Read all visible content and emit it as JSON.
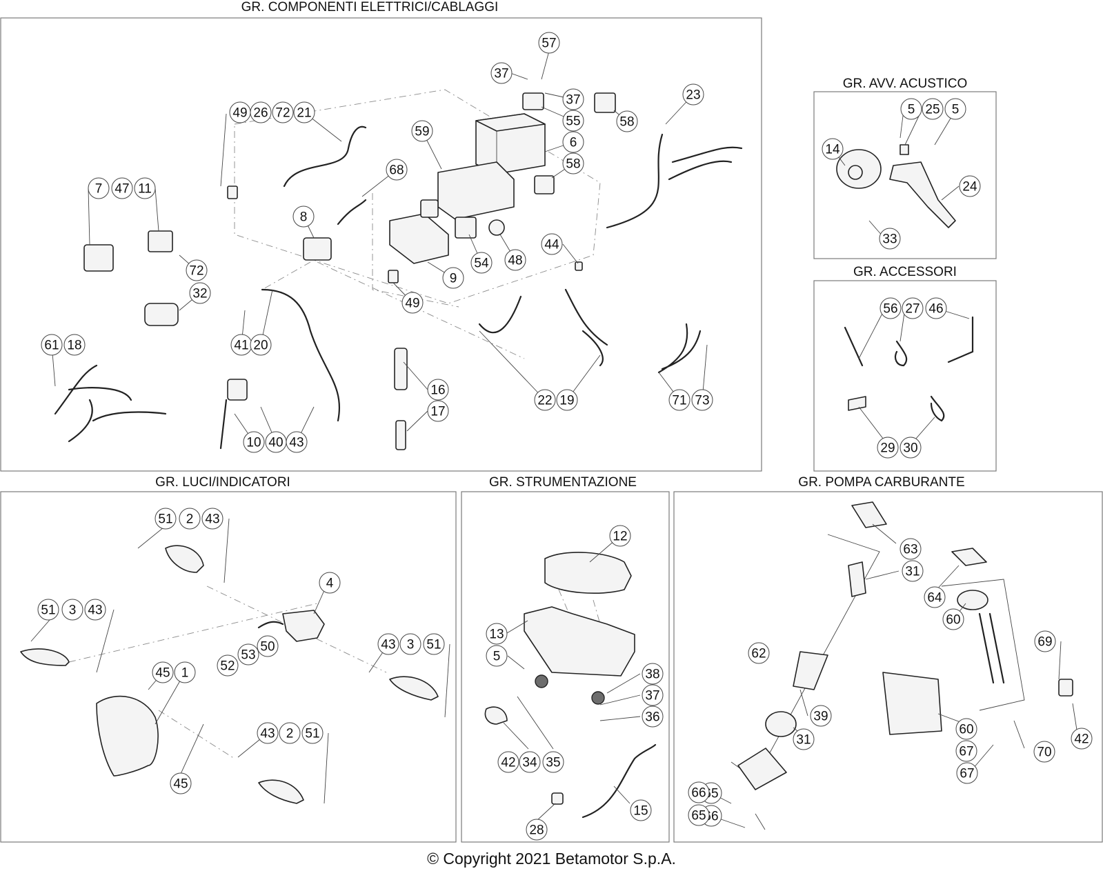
{
  "panels": [
    {
      "title": "GR. COMPONENTI ELETTRICI/CABLAGGI",
      "callouts": [
        "57",
        "37",
        "37",
        "55",
        "58",
        "23",
        "49",
        "26",
        "72",
        "21",
        "59",
        "6",
        "58",
        "68",
        "7",
        "47",
        "11",
        "8",
        "72",
        "32",
        "54",
        "48",
        "44",
        "9",
        "49",
        "61",
        "18",
        "41",
        "20",
        "16",
        "17",
        "22",
        "19",
        "71",
        "73",
        "10",
        "40",
        "43"
      ]
    },
    {
      "title": "GR. AVV. ACUSTICO",
      "callouts": [
        "5",
        "25",
        "5",
        "14",
        "24",
        "33"
      ]
    },
    {
      "title": "GR. ACCESSORI",
      "callouts": [
        "56",
        "27",
        "46",
        "29",
        "30"
      ]
    },
    {
      "title": "GR. LUCI/INDICATORI",
      "callouts": [
        "51",
        "2",
        "43",
        "4",
        "51",
        "3",
        "43",
        "50",
        "53",
        "52",
        "43",
        "3",
        "51",
        "45",
        "1",
        "45",
        "43",
        "2",
        "51"
      ]
    },
    {
      "title": "GR. STRUMENTAZIONE",
      "callouts": [
        "12",
        "13",
        "5",
        "38",
        "37",
        "36",
        "42",
        "34",
        "35",
        "15",
        "28"
      ]
    },
    {
      "title": "GR. POMPA CARBURANTE",
      "callouts": [
        "63",
        "31",
        "64",
        "60",
        "69",
        "62",
        "39",
        "31",
        "60",
        "70",
        "67",
        "65",
        "66",
        "42",
        "67",
        "66",
        "65"
      ]
    }
  ],
  "copyright": "© Copyright 2021 Betamotor S.p.A."
}
